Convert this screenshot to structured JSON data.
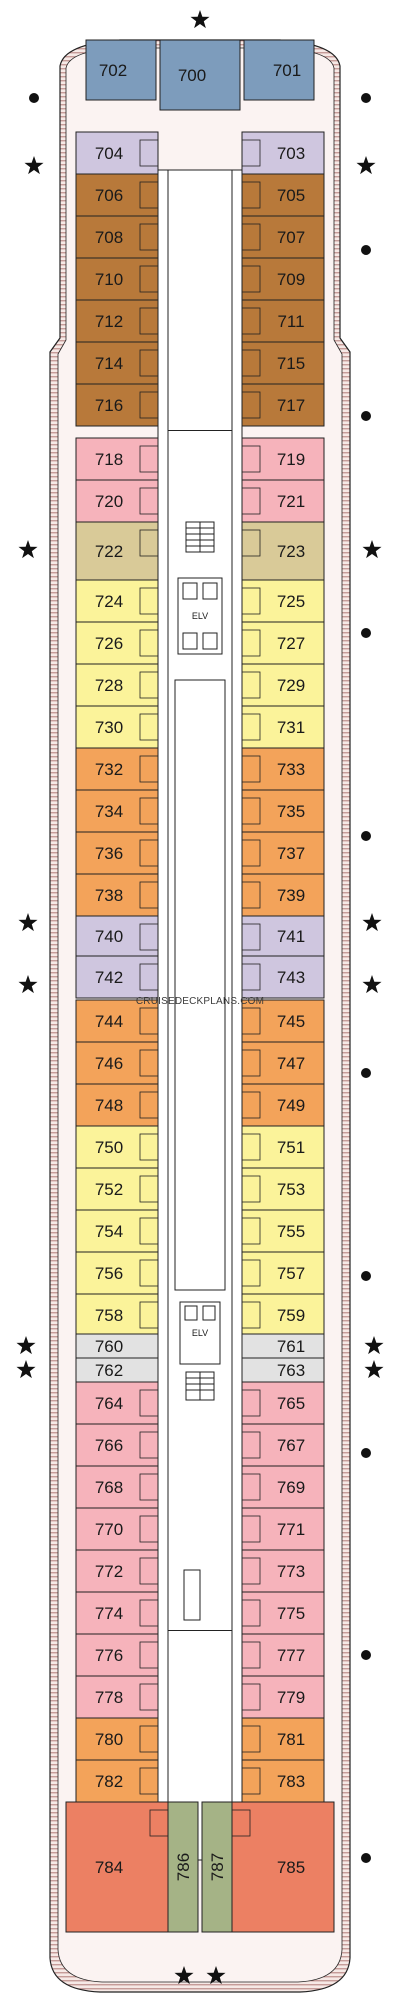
{
  "watermark": "CRUISEDECKPLANS.COM",
  "elevator_label": "ELV",
  "colors": {
    "outline": "#222222",
    "hull_hatch": "#b27a78",
    "blue": "#7d9cbc",
    "lavender": "#cfc6df",
    "brown": "#b8793a",
    "pink": "#f6b3bb",
    "khaki": "#d9ca98",
    "yellow": "#fbf39a",
    "orange": "#f3a35a",
    "gray": "#e2e2e2",
    "salmon": "#ec8063",
    "green": "#a5b386",
    "corridor": "#ffffff"
  },
  "cabins": [
    {
      "number": "702",
      "color": "blue"
    },
    {
      "number": "700",
      "color": "blue"
    },
    {
      "number": "701",
      "color": "blue"
    },
    {
      "number": "704",
      "color": "lavender"
    },
    {
      "number": "703",
      "color": "lavender"
    },
    {
      "number": "706",
      "color": "brown"
    },
    {
      "number": "705",
      "color": "brown"
    },
    {
      "number": "708",
      "color": "brown"
    },
    {
      "number": "707",
      "color": "brown"
    },
    {
      "number": "710",
      "color": "brown"
    },
    {
      "number": "709",
      "color": "brown"
    },
    {
      "number": "712",
      "color": "brown"
    },
    {
      "number": "711",
      "color": "brown"
    },
    {
      "number": "714",
      "color": "brown"
    },
    {
      "number": "715",
      "color": "brown"
    },
    {
      "number": "716",
      "color": "brown"
    },
    {
      "number": "717",
      "color": "brown"
    },
    {
      "number": "718",
      "color": "pink"
    },
    {
      "number": "719",
      "color": "pink"
    },
    {
      "number": "720",
      "color": "pink"
    },
    {
      "number": "721",
      "color": "pink"
    },
    {
      "number": "722",
      "color": "khaki"
    },
    {
      "number": "723",
      "color": "khaki"
    },
    {
      "number": "724",
      "color": "yellow"
    },
    {
      "number": "725",
      "color": "yellow"
    },
    {
      "number": "726",
      "color": "yellow"
    },
    {
      "number": "727",
      "color": "yellow"
    },
    {
      "number": "728",
      "color": "yellow"
    },
    {
      "number": "729",
      "color": "yellow"
    },
    {
      "number": "730",
      "color": "yellow"
    },
    {
      "number": "731",
      "color": "yellow"
    },
    {
      "number": "732",
      "color": "orange"
    },
    {
      "number": "733",
      "color": "orange"
    },
    {
      "number": "734",
      "color": "orange"
    },
    {
      "number": "735",
      "color": "orange"
    },
    {
      "number": "736",
      "color": "orange"
    },
    {
      "number": "737",
      "color": "orange"
    },
    {
      "number": "738",
      "color": "orange"
    },
    {
      "number": "739",
      "color": "orange"
    },
    {
      "number": "740",
      "color": "lavender"
    },
    {
      "number": "741",
      "color": "lavender"
    },
    {
      "number": "742",
      "color": "lavender"
    },
    {
      "number": "743",
      "color": "lavender"
    },
    {
      "number": "744",
      "color": "orange"
    },
    {
      "number": "745",
      "color": "orange"
    },
    {
      "number": "746",
      "color": "orange"
    },
    {
      "number": "747",
      "color": "orange"
    },
    {
      "number": "748",
      "color": "orange"
    },
    {
      "number": "749",
      "color": "orange"
    },
    {
      "number": "750",
      "color": "yellow"
    },
    {
      "number": "751",
      "color": "yellow"
    },
    {
      "number": "752",
      "color": "yellow"
    },
    {
      "number": "753",
      "color": "yellow"
    },
    {
      "number": "754",
      "color": "yellow"
    },
    {
      "number": "755",
      "color": "yellow"
    },
    {
      "number": "756",
      "color": "yellow"
    },
    {
      "number": "757",
      "color": "yellow"
    },
    {
      "number": "758",
      "color": "yellow"
    },
    {
      "number": "759",
      "color": "yellow"
    },
    {
      "number": "760",
      "color": "gray"
    },
    {
      "number": "761",
      "color": "gray"
    },
    {
      "number": "762",
      "color": "gray"
    },
    {
      "number": "763",
      "color": "gray"
    },
    {
      "number": "764",
      "color": "pink"
    },
    {
      "number": "765",
      "color": "pink"
    },
    {
      "number": "766",
      "color": "pink"
    },
    {
      "number": "767",
      "color": "pink"
    },
    {
      "number": "768",
      "color": "pink"
    },
    {
      "number": "769",
      "color": "pink"
    },
    {
      "number": "770",
      "color": "pink"
    },
    {
      "number": "771",
      "color": "pink"
    },
    {
      "number": "772",
      "color": "pink"
    },
    {
      "number": "773",
      "color": "pink"
    },
    {
      "number": "774",
      "color": "pink"
    },
    {
      "number": "775",
      "color": "pink"
    },
    {
      "number": "776",
      "color": "pink"
    },
    {
      "number": "777",
      "color": "pink"
    },
    {
      "number": "778",
      "color": "pink"
    },
    {
      "number": "779",
      "color": "pink"
    },
    {
      "number": "780",
      "color": "orange"
    },
    {
      "number": "781",
      "color": "orange"
    },
    {
      "number": "782",
      "color": "orange"
    },
    {
      "number": "783",
      "color": "orange"
    },
    {
      "number": "784",
      "color": "salmon"
    },
    {
      "number": "786",
      "color": "green"
    },
    {
      "number": "787",
      "color": "green"
    },
    {
      "number": "785",
      "color": "salmon"
    }
  ],
  "symbols": [
    {
      "icon": "star-icon"
    },
    {
      "icon": "dot-icon"
    },
    {
      "icon": "dot-icon"
    },
    {
      "icon": "star-icon"
    },
    {
      "icon": "star-icon"
    },
    {
      "icon": "dot-icon"
    },
    {
      "icon": "dot-icon"
    },
    {
      "icon": "star-icon"
    },
    {
      "icon": "star-icon"
    },
    {
      "icon": "dot-icon"
    },
    {
      "icon": "dot-icon"
    },
    {
      "icon": "star-icon"
    },
    {
      "icon": "star-icon"
    },
    {
      "icon": "star-icon"
    },
    {
      "icon": "star-icon"
    },
    {
      "icon": "dot-icon"
    },
    {
      "icon": "dot-icon"
    },
    {
      "icon": "star-icon"
    },
    {
      "icon": "star-icon"
    },
    {
      "icon": "star-icon"
    },
    {
      "icon": "star-icon"
    },
    {
      "icon": "dot-icon"
    },
    {
      "icon": "dot-icon"
    },
    {
      "icon": "dot-icon"
    },
    {
      "icon": "star-icon"
    },
    {
      "icon": "star-icon"
    }
  ]
}
